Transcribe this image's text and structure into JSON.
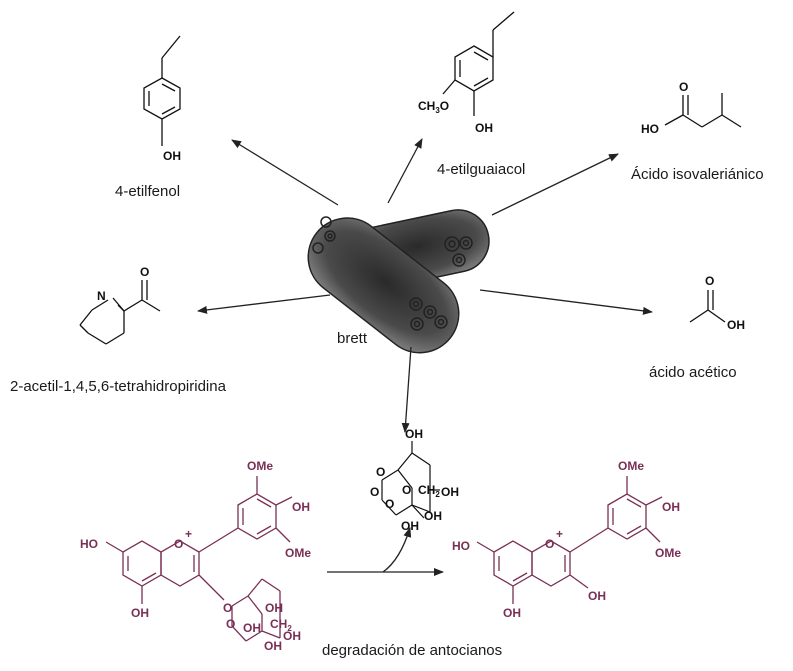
{
  "labels": {
    "ethylphenol": "4-etilfenol",
    "ethylguaiacol": "4-etilguaiacol",
    "isovaleric": "Ácido isovaleriánico",
    "tetrahydropyridine": "2-acetil-1,4,5,6-tetrahidropiridina",
    "acetic": "ácido acético",
    "organism": "brett",
    "degradation": "degradación de antocianos"
  },
  "atoms": {
    "oh": "OH",
    "ho": "HO",
    "ch3o": "CH3O",
    "o": "O",
    "n": "N",
    "ome": "OMe",
    "ch2oh_c": "C",
    "ch2oh_h": "H",
    "ch2oh_2": "2",
    "ch2oh_oh": "OH",
    "plus": "+"
  },
  "colors": {
    "black_structures": "#111111",
    "anthocyanin": "#7a2f55",
    "cell_dark": "#3a3a3a",
    "cell_light": "#8a8a8a"
  }
}
